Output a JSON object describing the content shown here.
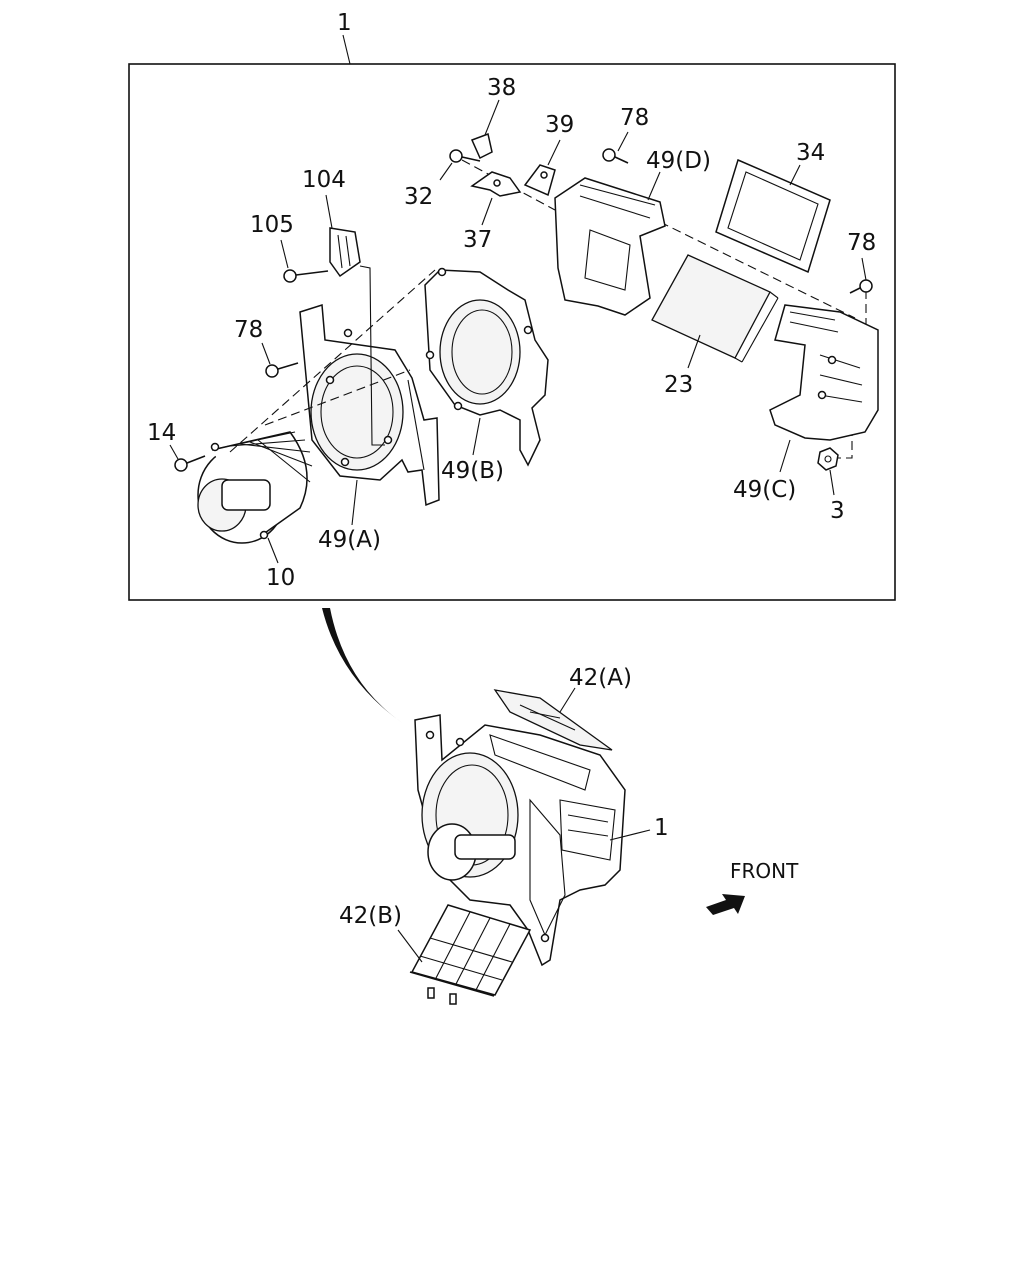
{
  "labels": {
    "l1_top": "1",
    "l38": "38",
    "l39": "39",
    "l78_a": "78",
    "l49d": "49(D)",
    "l34": "34",
    "l32": "32",
    "l37": "37",
    "l104": "104",
    "l105": "105",
    "l78_b": "78",
    "l78_c": "78",
    "l23": "23",
    "l49b": "49(B)",
    "l14": "14",
    "l49a": "49(A)",
    "l10": "10",
    "l49c": "49(C)",
    "l3": "3",
    "l42a": "42(A)",
    "l1_bottom": "1",
    "l42b": "42(B)",
    "front": "FRONT"
  },
  "icons": {
    "front_arrow": "front-arrow-icon"
  },
  "colors": {
    "line": "#111111",
    "background": "#ffffff"
  }
}
